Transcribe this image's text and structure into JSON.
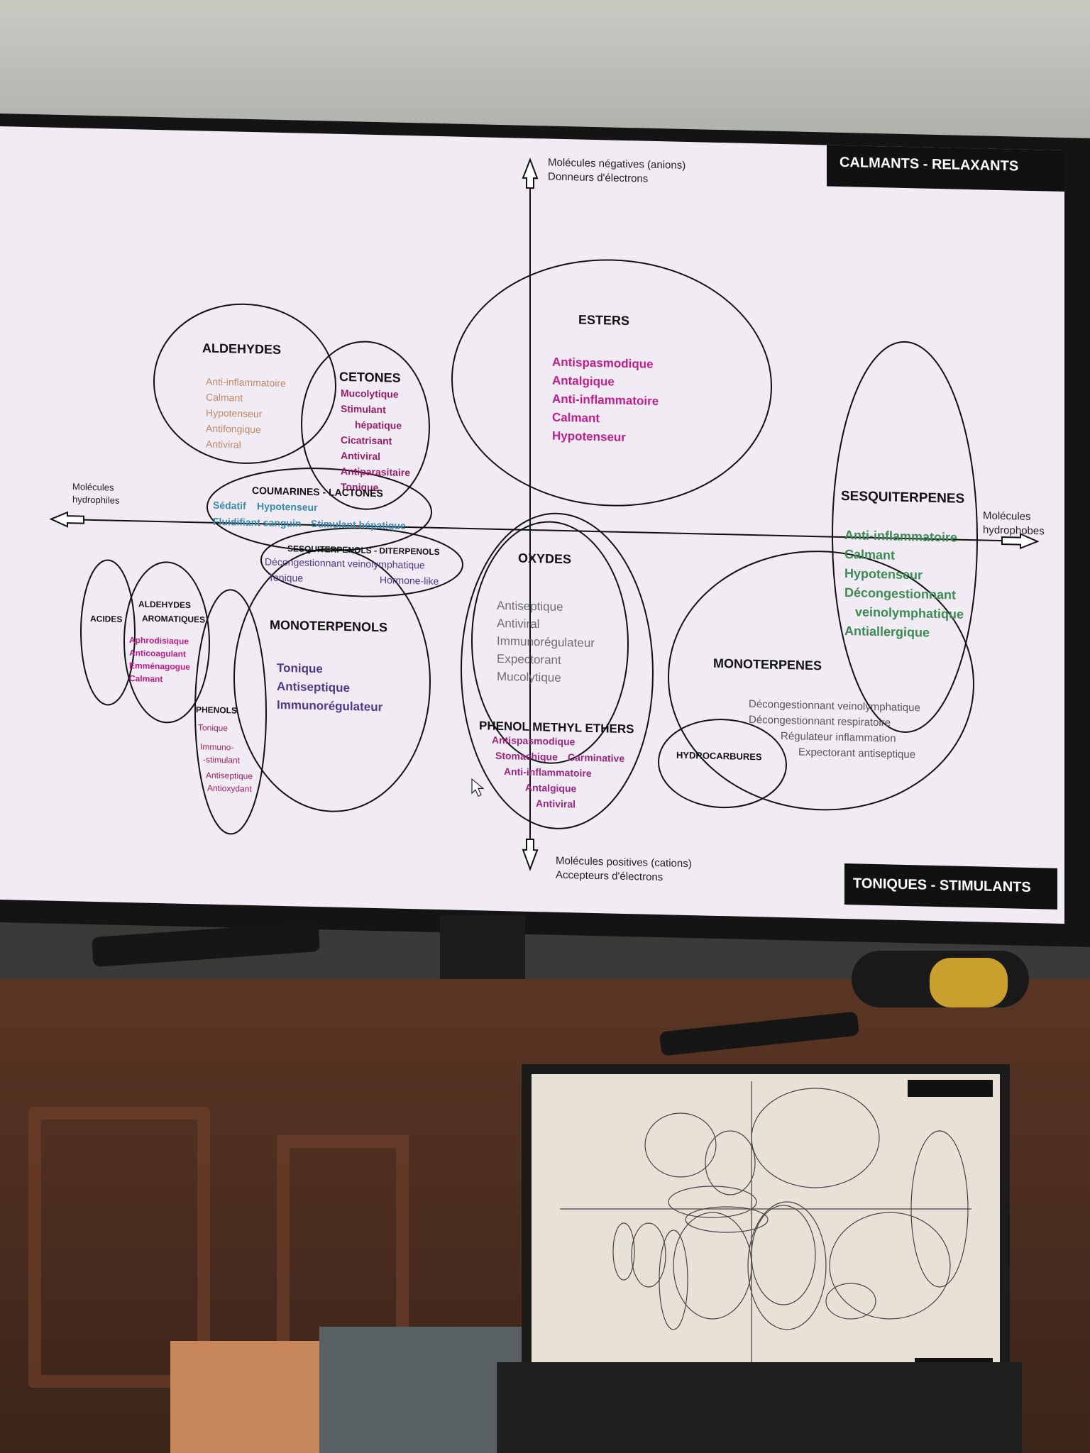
{
  "diagram": {
    "banner_top": "CALMANTS - RELAXANTS",
    "banner_bottom": "TONIQUES - STIMULANTS",
    "axis": {
      "top_line1": "Molécules négatives (anions)",
      "top_line2": "Donneurs d'électrons",
      "bottom_line1": "Molécules positives (cations)",
      "bottom_line2": "Accepteurs d'électrons",
      "left_line1": "Molécules",
      "left_line2": "hydrophiles",
      "right_line1": "Molécules",
      "right_line2": "hydrophobes"
    },
    "groups": {
      "aldehydes": {
        "title": "ALDEHYDES",
        "items": [
          "Anti-inflammatoire",
          "Calmant",
          "Hypotenseur",
          "Antifongique",
          "Antiviral"
        ]
      },
      "cetones": {
        "title": "CETONES",
        "items": [
          "Mucolytique",
          "Stimulant",
          "hépatique",
          "Cicatrisant",
          "Antiviral",
          "Antiparasitaire",
          "Tonique"
        ]
      },
      "esters": {
        "title": "ESTERS",
        "items": [
          "Antispasmodique",
          "Antalgique",
          "Anti-inflammatoire",
          "Calmant",
          "Hypotenseur"
        ]
      },
      "sesquiterpenes": {
        "title": "SESQUITERPENES",
        "items": [
          "Anti-inflammatoire",
          "Calmant",
          "Hypotenseur",
          "Décongestionnant",
          "veinolymphatique",
          "Antiallergique"
        ]
      },
      "coumarines": {
        "title": "COUMARINES - LACTONES",
        "line1_a": "Sédatif",
        "line1_b": "Hypotenseur",
        "line2_a": "Fluidifiant sanguin",
        "line2_b": "Stimulant hépatique"
      },
      "sesquiterpenols": {
        "title": "SESQUITERPENOLS - DITERPENOLS",
        "line1": "Décongestionnant veinolymphatique",
        "line2_a": "Tonique",
        "line2_b": "Hormone-like"
      },
      "oxydes": {
        "title": "OXYDES",
        "items": [
          "Antiseptique",
          "Antiviral",
          "Immunorégulateur",
          "Expectorant",
          "Mucolytique"
        ]
      },
      "phenol_methyl_ethers": {
        "title": "PHENOL METHYL ETHERS",
        "line1": "Antispasmodique",
        "line2_a": "Stomachique",
        "line2_b": "Carminative",
        "line3": "Anti-inflammatoire",
        "line4": "Antalgique",
        "line5": "Antiviral"
      },
      "monoterpenes": {
        "title": "MONOTERPENES",
        "items": [
          "Décongestionnant veinolymphatique",
          "Décongestionnant respiratoire",
          "Régulateur inflammation",
          "Expectorant antiseptique"
        ]
      },
      "hydrocarbures": {
        "title": "HYDROCARBURES"
      },
      "acides": {
        "title": "ACIDES"
      },
      "aldehydes_aromatiques": {
        "title_line1": "ALDEHYDES",
        "title_line2": "AROMATIQUES",
        "items": [
          "Aphrodisiaque",
          "Anticoagulant",
          "Emménagogue",
          "Calmant"
        ]
      },
      "phenols": {
        "title": "PHENOLS",
        "items": [
          "Tonique",
          "Immuno-",
          "-stimulant",
          "Antiseptique",
          "Antioxydant"
        ]
      },
      "monoterpenols": {
        "title": "MONOTERPENOLS",
        "items": [
          "Tonique",
          "Antiseptique",
          "Immunorégulateur"
        ]
      }
    },
    "colors": {
      "aldehydes": "#c0896a",
      "cetones": "#9c1d6a",
      "esters": "#c21d8f",
      "sesquiterpenes": "#3d8a55",
      "coumarines": "#3a8ab0",
      "oxydes": "#6d6d6d",
      "phenol_methyl_ethers": "#9c2484",
      "monoterpenes": "#555555",
      "aldehydes_aromatiques": "#c0198a",
      "phenols": "#a01e5e",
      "monoterpenols": "#4b3a8e"
    }
  }
}
